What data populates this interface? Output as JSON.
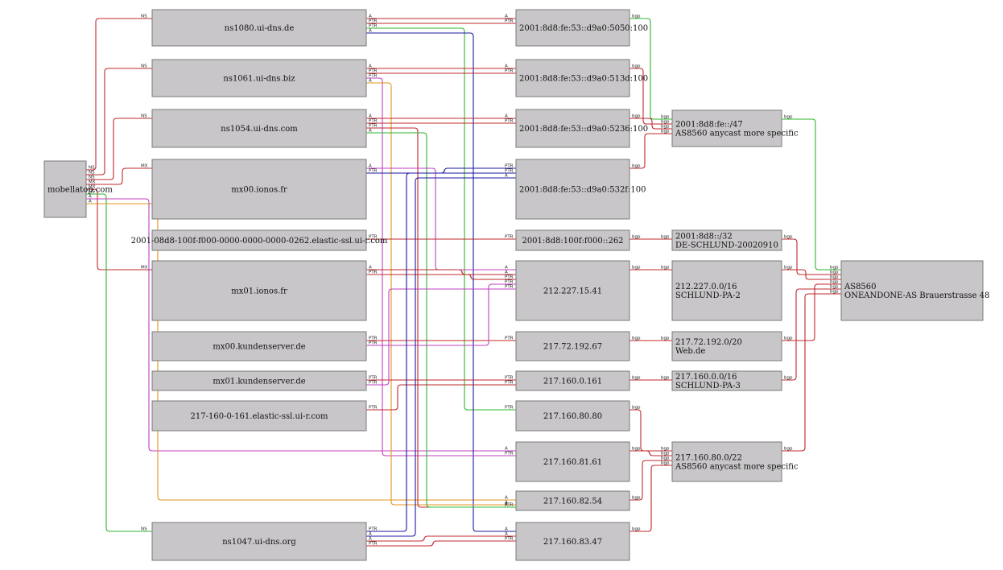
{
  "colors": {
    "red": "#c0282d",
    "green": "#2fb52f",
    "blue": "#1a1aa0",
    "magenta": "#c040c0",
    "orange": "#e0951c"
  },
  "nodes": {
    "mobellatop": "mobellatop.com",
    "ns1080": "ns1080.ui-dns.de",
    "ns1061": "ns1061.ui-dns.biz",
    "ns1054": "ns1054.ui-dns.com",
    "mx00ionos": "mx00.ionos.fr",
    "ptr6262": "2001-08d8-100f-f000-0000-0000-0000-0262.elastic-ssl.ui-r.com",
    "mx01ionos": "mx01.ionos.fr",
    "mx00kunden": "mx00.kundenserver.de",
    "mx01kunden": "mx01.kundenserver.de",
    "ptr161": "217-160-0-161.elastic-ssl.ui-r.com",
    "ns1047": "ns1047.ui-dns.org",
    "ip5050": "2001:8d8:fe:53::d9a0:5050:100",
    "ip513d": "2001:8d8:fe:53::d9a0:513d:100",
    "ip5236": "2001:8d8:fe:53::d9a0:5236:100",
    "ip532f": "2001:8d8:fe:53::d9a0:532f:100",
    "ip262": "2001:8d8:100f:f000::262",
    "ip1541": "212.227.15.41",
    "ip19267": "217.72.192.67",
    "ip0161": "217.160.0.161",
    "ip8080": "217.160.80.80",
    "ip8161": "217.160.81.61",
    "ip8254": "217.160.82.54",
    "ip8347": "217.160.83.47",
    "pfx47": [
      "2001:8d8:fe::/47",
      "AS8560 anycast more specific"
    ],
    "pfx32": [
      "2001:8d8::/32",
      "DE-SCHLUND-20020910"
    ],
    "pfx227": [
      "212.227.0.0/16",
      "SCHLUND-PA-2"
    ],
    "pfx72": [
      "217.72.192.0/20",
      "Web.de"
    ],
    "pfx160": [
      "217.160.0.0/16",
      "SCHLUND-PA-3"
    ],
    "pfx8022": [
      "217.160.80.0/22",
      "AS8560 anycast more specific"
    ],
    "as8560": [
      "AS8560",
      "ONEANDONE-AS Brauerstrasse 48"
    ]
  },
  "edges": [
    {
      "from": "mobellatop",
      "to": "ns1080",
      "label": "NS",
      "color": "red"
    },
    {
      "from": "mobellatop",
      "to": "ns1061",
      "label": "NS",
      "color": "red"
    },
    {
      "from": "mobellatop",
      "to": "ns1054",
      "label": "NS",
      "color": "red"
    },
    {
      "from": "mobellatop",
      "to": "mx00ionos",
      "label": "MX",
      "color": "red"
    },
    {
      "from": "mobellatop",
      "to": "mx01ionos",
      "label": "MX",
      "color": "red"
    },
    {
      "from": "mobellatop",
      "to": "ns1047",
      "label": "NS",
      "color": "green"
    },
    {
      "from": "mobellatop",
      "to": "ip8161",
      "label": "A",
      "color": "magenta"
    },
    {
      "from": "mobellatop",
      "to": "ip8254",
      "label": "A",
      "color": "orange"
    },
    {
      "from": "ns1080",
      "to": "ip5050",
      "label": "A",
      "color": "red"
    },
    {
      "from": "ns1080",
      "to": "ip5050",
      "label": "PTR",
      "color": "red"
    },
    {
      "from": "ns1080",
      "to": "ip8080",
      "label": "PTR",
      "color": "green"
    },
    {
      "from": "ns1080",
      "to": "ip8347",
      "label": "A",
      "color": "blue"
    },
    {
      "from": "ns1061",
      "to": "ip513d",
      "label": "A",
      "color": "red"
    },
    {
      "from": "ns1061",
      "to": "ip513d",
      "label": "PTR",
      "color": "red"
    },
    {
      "from": "ns1061",
      "to": "ip8161",
      "label": "PTR",
      "color": "magenta"
    },
    {
      "from": "ns1061",
      "to": "ip8254",
      "label": "A",
      "color": "orange"
    },
    {
      "from": "ns1054",
      "to": "ip5236",
      "label": "A",
      "color": "red"
    },
    {
      "from": "ns1054",
      "to": "ip5236",
      "label": "PTR",
      "color": "red"
    },
    {
      "from": "ns1054",
      "to": "ip8254",
      "label": "PTR",
      "color": "red"
    },
    {
      "from": "ns1054",
      "to": "ip8254",
      "label": "A",
      "color": "green"
    },
    {
      "from": "mx00ionos",
      "to": "ip1541",
      "label": "A",
      "color": "magenta"
    },
    {
      "from": "mx00ionos",
      "to": "ip532f",
      "label": "PTR",
      "color": "blue"
    },
    {
      "from": "ptr6262",
      "to": "ip262",
      "label": "PTR",
      "color": "red"
    },
    {
      "from": "mx01ionos",
      "to": "ip1541",
      "label": "A",
      "color": "red"
    },
    {
      "from": "mx01ionos",
      "to": "ip1541",
      "label": "PTR",
      "color": "red"
    },
    {
      "from": "mx00kunden",
      "to": "ip19267",
      "label": "PTR",
      "color": "red"
    },
    {
      "from": "mx00kunden",
      "to": "ip1541",
      "label": "PTR",
      "color": "magenta"
    },
    {
      "from": "mx01kunden",
      "to": "ip0161",
      "label": "PTR",
      "color": "red"
    },
    {
      "from": "mx01kunden",
      "to": "ip1541",
      "label": "PTR",
      "color": "magenta"
    },
    {
      "from": "ptr161",
      "to": "ip0161",
      "label": "PTR",
      "color": "red"
    },
    {
      "from": "ns1047",
      "to": "ip532f",
      "label": "PTR",
      "color": "blue"
    },
    {
      "from": "ns1047",
      "to": "ip532f",
      "label": "A",
      "color": "blue"
    },
    {
      "from": "ns1047",
      "to": "ip8347",
      "label": "A",
      "color": "red"
    },
    {
      "from": "ns1047",
      "to": "ip8347",
      "label": "PTR",
      "color": "red"
    },
    {
      "from": "ip5050",
      "to": "pfx47",
      "label": "bgp",
      "color": "green"
    },
    {
      "from": "ip513d",
      "to": "pfx47",
      "label": "bgp",
      "color": "red"
    },
    {
      "from": "ip5236",
      "to": "pfx47",
      "label": "bgp",
      "color": "red"
    },
    {
      "from": "ip532f",
      "to": "pfx47",
      "label": "bgp",
      "color": "red"
    },
    {
      "from": "ip262",
      "to": "pfx32",
      "label": "bgp",
      "color": "red"
    },
    {
      "from": "ip1541",
      "to": "pfx227",
      "label": "bgp",
      "color": "red"
    },
    {
      "from": "ip19267",
      "to": "pfx72",
      "label": "bgp",
      "color": "red"
    },
    {
      "from": "ip0161",
      "to": "pfx160",
      "label": "bgp",
      "color": "red"
    },
    {
      "from": "ip8080",
      "to": "pfx8022",
      "label": "bgp",
      "color": "red"
    },
    {
      "from": "ip8161",
      "to": "pfx8022",
      "label": "bgp",
      "color": "red"
    },
    {
      "from": "ip8254",
      "to": "pfx8022",
      "label": "bgp",
      "color": "red"
    },
    {
      "from": "ip8347",
      "to": "pfx8022",
      "label": "bgp",
      "color": "red"
    },
    {
      "from": "pfx47",
      "to": "as8560",
      "label": "bgp",
      "color": "green"
    },
    {
      "from": "pfx32",
      "to": "as8560",
      "label": "bgp",
      "color": "red"
    },
    {
      "from": "pfx227",
      "to": "as8560",
      "label": "bgp",
      "color": "red"
    },
    {
      "from": "pfx72",
      "to": "as8560",
      "label": "bgp",
      "color": "red"
    },
    {
      "from": "pfx160",
      "to": "as8560",
      "label": "bgp",
      "color": "red"
    },
    {
      "from": "pfx8022",
      "to": "as8560",
      "label": "bgp",
      "color": "red"
    }
  ]
}
